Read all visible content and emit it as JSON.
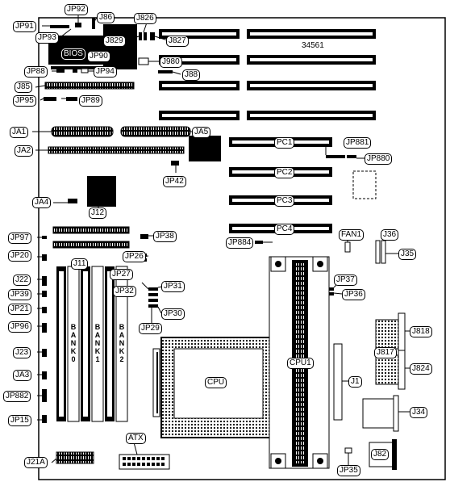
{
  "labels": {
    "JP92": "JP92",
    "J86": "J86",
    "JP91": "JP91",
    "JP93": "JP93",
    "J826": "J826",
    "J829": "J829",
    "J827": "J827",
    "BIOS": "BIOS",
    "JP90": "JP90",
    "J980": "J980",
    "JP88": "JP88",
    "JP94": "JP94",
    "J88": "J88",
    "J85": "J85",
    "JP95": "JP95",
    "JP89": "JP89",
    "JA1": "JA1",
    "JA5": "JA5",
    "JA2": "JA2",
    "PC1": "PC1",
    "JP881": "JP881",
    "JP880": "JP880",
    "PC2": "PC2",
    "JP42": "JP42",
    "PC3": "PC3",
    "JA4": "JA4",
    "J12": "J12",
    "PC4": "PC4",
    "JP97": "JP97",
    "JP38": "JP38",
    "JP884": "JP884",
    "FAN1": "FAN1",
    "J36": "J36",
    "JP20": "JP20",
    "JP26": "JP26",
    "J35": "J35",
    "J11": "J11",
    "JP27": "JP27",
    "J22": "J22",
    "JP32": "JP32",
    "JP31": "JP31",
    "JP37": "JP37",
    "JP39": "JP39",
    "JP36": "JP36",
    "JP21": "JP21",
    "JP30": "JP30",
    "CPU1": "CPU1",
    "JP96": "JP96",
    "JP29": "JP29",
    "J818": "J818",
    "J817": "J817",
    "J23": "J23",
    "CPU": "CPU",
    "J824": "J824",
    "JA3": "JA3",
    "J1": "J1",
    "JP882": "JP882",
    "J34": "J34",
    "JP15": "JP15",
    "ATX": "ATX",
    "J82": "J82",
    "J21A": "J21A",
    "JP35": "JP35",
    "serial": "34561",
    "bank0": "BANK0",
    "bank1": "BANK1",
    "bank2": "BANK2"
  }
}
